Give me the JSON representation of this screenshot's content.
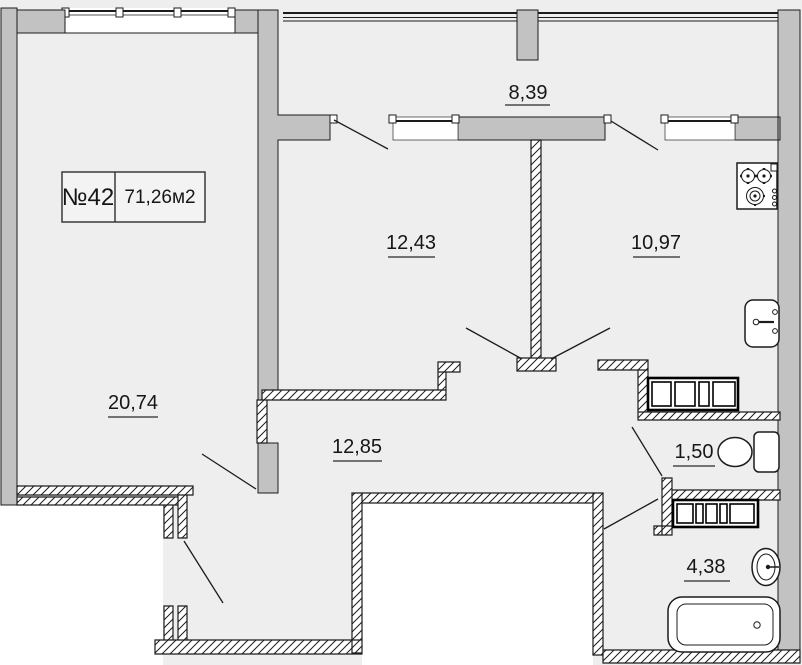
{
  "apartment_label": {
    "number": "№42",
    "area": "71,26м2"
  },
  "rooms": [
    {
      "id": "balcony",
      "area_label": "8,39"
    },
    {
      "id": "room",
      "area_label": "12,43"
    },
    {
      "id": "kitchen",
      "area_label": "10,97"
    },
    {
      "id": "living-room",
      "area_label": "20,74"
    },
    {
      "id": "hallway",
      "area_label": "12,85"
    },
    {
      "id": "wc",
      "area_label": "1,50"
    },
    {
      "id": "bathroom",
      "area_label": "4,38"
    }
  ],
  "fixtures": [
    "stove",
    "kitchen-sink",
    "kitchen-cabinets",
    "toilet",
    "hall-cabinets",
    "washbasin",
    "bathtub"
  ],
  "colors": {
    "wall": "#c2c2c2",
    "line": "#1c1c1c",
    "floor": "#eeeeee",
    "void": "#ffffff"
  }
}
